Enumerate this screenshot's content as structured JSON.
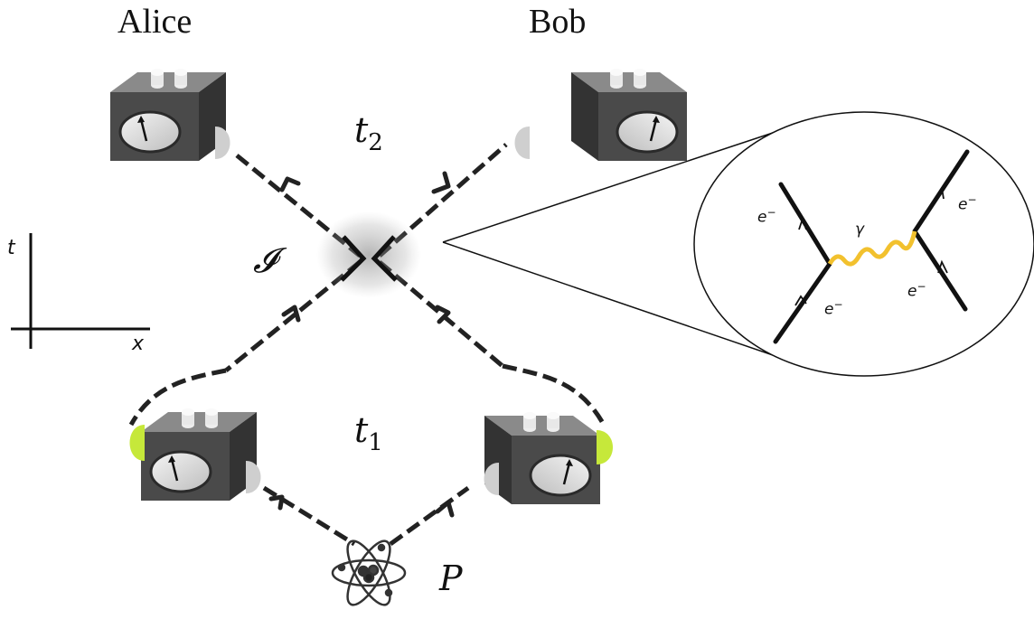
{
  "parties": {
    "alice": "Alice",
    "bob": "Bob"
  },
  "times": {
    "t2_base": "t",
    "t2_sub": "2",
    "t1_base": "t",
    "t1_sub": "1"
  },
  "interaction_label": "𝓘",
  "source_label": "P",
  "axes": {
    "t": "t",
    "x": "x"
  },
  "feynman": {
    "electron_base": "e",
    "electron_sup": "−",
    "photon": "γ",
    "photon_color": "#f2c12e"
  },
  "colors": {
    "box_body": "#4a4a4a",
    "box_top": "#8a8a8a",
    "detector_active": "#c6e83a",
    "detector_idle": "#cfcfcf"
  }
}
